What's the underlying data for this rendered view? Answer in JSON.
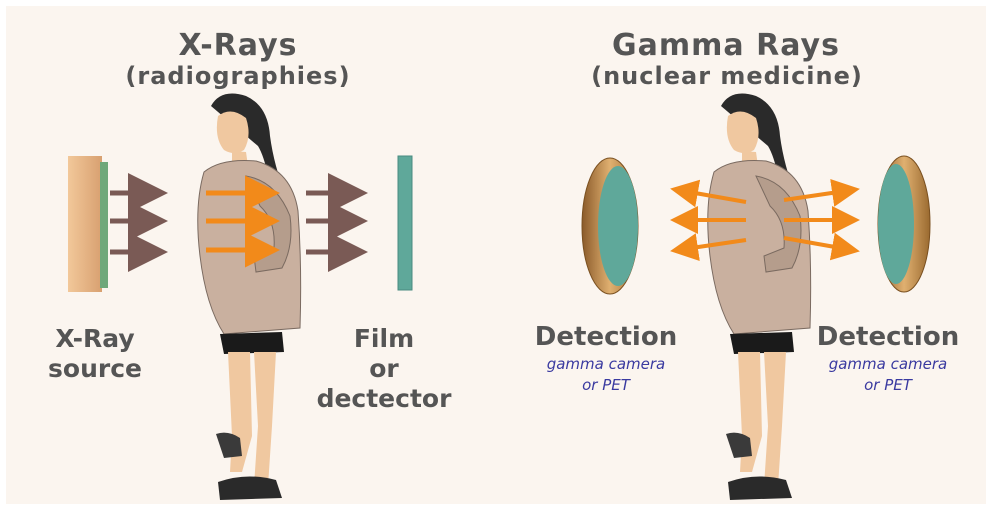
{
  "xray": {
    "title": "X-Rays",
    "subtitle": "(radiographies)",
    "source_label": [
      "X-Ray",
      "source"
    ],
    "detector_label": [
      "Film",
      "or",
      "dectector"
    ]
  },
  "gamma": {
    "title": "Gamma Rays",
    "subtitle": "(nuclear medicine)",
    "left_detection": "Detection",
    "left_caption": [
      "gamma camera",
      "or PET"
    ],
    "right_detection": "Detection",
    "right_caption": [
      "gamma camera",
      "or PET"
    ]
  },
  "colors": {
    "background": "#fbf5ef",
    "text": "#555555",
    "caption": "#3a3aa0",
    "xray_arrow": "#7a5a55",
    "emission_arrow": "#f28a1a",
    "detector_face": "#5fa89a",
    "detector_rim": "#c8954a"
  }
}
